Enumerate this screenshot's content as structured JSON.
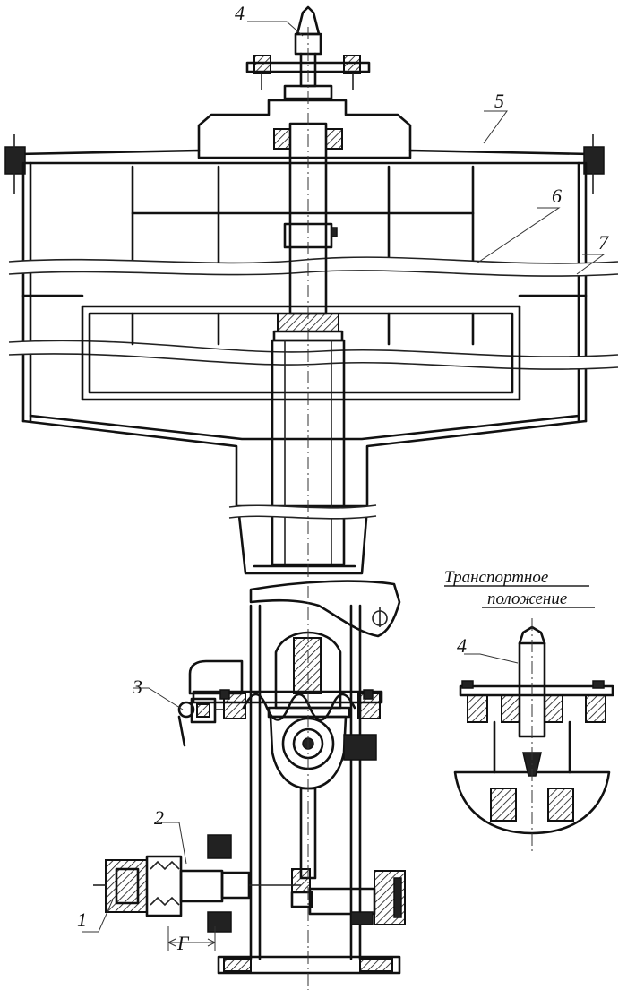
{
  "labels": {
    "l1": "1",
    "l2": "2",
    "l3": "3",
    "l4": "4",
    "l5": "5",
    "l6": "6",
    "l7": "7",
    "l4_detail": "4",
    "dim_g": "Г"
  },
  "caption": {
    "line1": "Транспортное",
    "line2": "положение"
  }
}
